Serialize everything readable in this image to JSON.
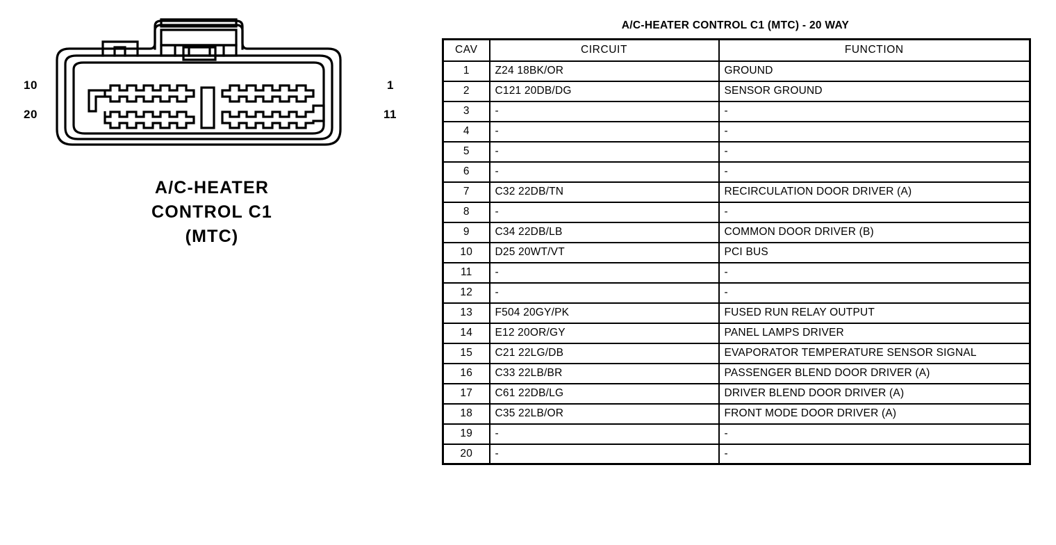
{
  "connector": {
    "caption_lines": [
      "A/C-HEATER",
      "CONTROL C1",
      "(MTC)"
    ],
    "pin_labels": {
      "top_left": "10",
      "bottom_left": "20",
      "top_right": "1",
      "bottom_right": "11"
    },
    "cavity_rows_per_side": 2,
    "cavities_per_row": 5
  },
  "table": {
    "title": "A/C-HEATER CONTROL C1 (MTC) - 20 WAY",
    "headers": {
      "cav": "CAV",
      "circuit": "CIRCUIT",
      "function": "FUNCTION"
    },
    "rows": [
      {
        "cav": "1",
        "circuit": "Z24 18BK/OR",
        "function": "GROUND"
      },
      {
        "cav": "2",
        "circuit": "C121 20DB/DG",
        "function": "SENSOR GROUND"
      },
      {
        "cav": "3",
        "circuit": "-",
        "function": "-"
      },
      {
        "cav": "4",
        "circuit": "-",
        "function": "-"
      },
      {
        "cav": "5",
        "circuit": "-",
        "function": "-"
      },
      {
        "cav": "6",
        "circuit": "-",
        "function": "-"
      },
      {
        "cav": "7",
        "circuit": "C32 22DB/TN",
        "function": "RECIRCULATION DOOR DRIVER (A)"
      },
      {
        "cav": "8",
        "circuit": "-",
        "function": "-"
      },
      {
        "cav": "9",
        "circuit": "C34 22DB/LB",
        "function": "COMMON DOOR DRIVER (B)"
      },
      {
        "cav": "10",
        "circuit": "D25 20WT/VT",
        "function": "PCI BUS"
      },
      {
        "cav": "11",
        "circuit": "-",
        "function": "-"
      },
      {
        "cav": "12",
        "circuit": "-",
        "function": "-"
      },
      {
        "cav": "13",
        "circuit": "F504 20GY/PK",
        "function": "FUSED RUN RELAY OUTPUT"
      },
      {
        "cav": "14",
        "circuit": "E12 20OR/GY",
        "function": "PANEL LAMPS DRIVER"
      },
      {
        "cav": "15",
        "circuit": "C21 22LG/DB",
        "function": "EVAPORATOR TEMPERATURE SENSOR SIGNAL"
      },
      {
        "cav": "16",
        "circuit": "C33 22LB/BR",
        "function": "PASSENGER BLEND DOOR DRIVER (A)"
      },
      {
        "cav": "17",
        "circuit": "C61 22DB/LG",
        "function": "DRIVER BLEND DOOR DRIVER (A)"
      },
      {
        "cav": "18",
        "circuit": "C35 22LB/OR",
        "function": "FRONT MODE DOOR DRIVER (A)"
      },
      {
        "cav": "19",
        "circuit": "-",
        "function": "-"
      },
      {
        "cav": "20",
        "circuit": "-",
        "function": "-"
      }
    ]
  },
  "colors": {
    "line": "#000000",
    "background": "#ffffff"
  }
}
